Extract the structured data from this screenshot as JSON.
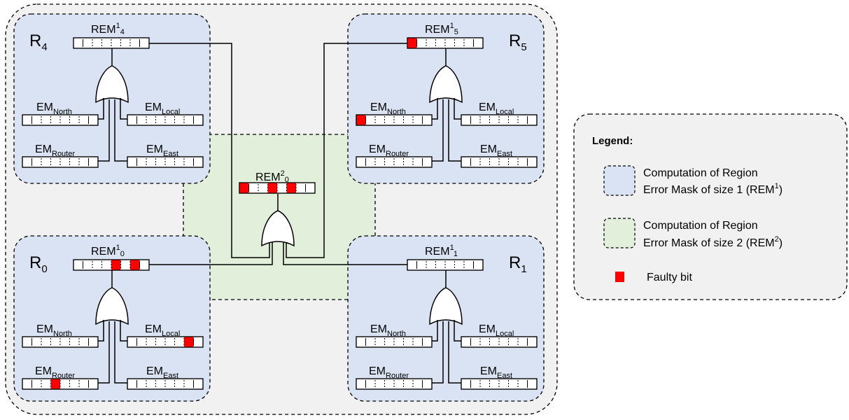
{
  "colors": {
    "outer_fill": "#f1f1f1",
    "region1_fill": "#dae3f3",
    "region2_fill": "#e2efda",
    "faulty": "#ff0000",
    "line": "#000000"
  },
  "regions": {
    "r4": {
      "name": "R",
      "name_sub": "4",
      "rem": "REM",
      "rem_sup": "1",
      "rem_sub": "4",
      "em_north": "EM",
      "em_north_sub": "North",
      "em_local": "EM",
      "em_local_sub": "Local",
      "em_router": "EM",
      "em_router_sub": "Router",
      "em_east": "EM",
      "em_east_sub": "East"
    },
    "r5": {
      "name": "R",
      "name_sub": "5",
      "rem": "REM",
      "rem_sup": "1",
      "rem_sub": "5",
      "em_north": "EM",
      "em_north_sub": "North",
      "em_local": "EM",
      "em_local_sub": "Local",
      "em_router": "EM",
      "em_router_sub": "Router",
      "em_east": "EM",
      "em_east_sub": "East"
    },
    "r0": {
      "name": "R",
      "name_sub": "0",
      "rem": "REM",
      "rem_sup": "1",
      "rem_sub": "0",
      "em_north": "EM",
      "em_north_sub": "North",
      "em_local": "EM",
      "em_local_sub": "Local",
      "em_router": "EM",
      "em_router_sub": "Router",
      "em_east": "EM",
      "em_east_sub": "East"
    },
    "r1": {
      "name": "R",
      "name_sub": "1",
      "rem": "REM",
      "rem_sup": "1",
      "rem_sub": "1",
      "em_north": "EM",
      "em_north_sub": "North",
      "em_local": "EM",
      "em_local_sub": "Local",
      "em_router": "EM",
      "em_router_sub": "Router",
      "em_east": "EM",
      "em_east_sub": "East"
    }
  },
  "rem2": {
    "label": "REM",
    "sup": "2",
    "sub": "0"
  },
  "faulty_bits": {
    "r4_rem": [],
    "r5_rem": [
      0
    ],
    "r0_rem": [
      4,
      6
    ],
    "r1_rem": [],
    "r5_em_north": [
      0
    ],
    "r0_em_local": [
      6
    ],
    "r0_em_router": [
      3
    ],
    "rem2": [
      0,
      3,
      5
    ]
  },
  "legend": {
    "title": "Legend:",
    "item1_line1": "Computation of Region",
    "item1_line2": "Error Mask of size 1 (REM",
    "item1_sup": "1",
    "item1_close": ")",
    "item2_line1": "Computation of Region",
    "item2_line2": "Error Mask of size 2 (REM",
    "item2_sup": "2",
    "item2_close": ")",
    "item3": "Faulty bit"
  }
}
